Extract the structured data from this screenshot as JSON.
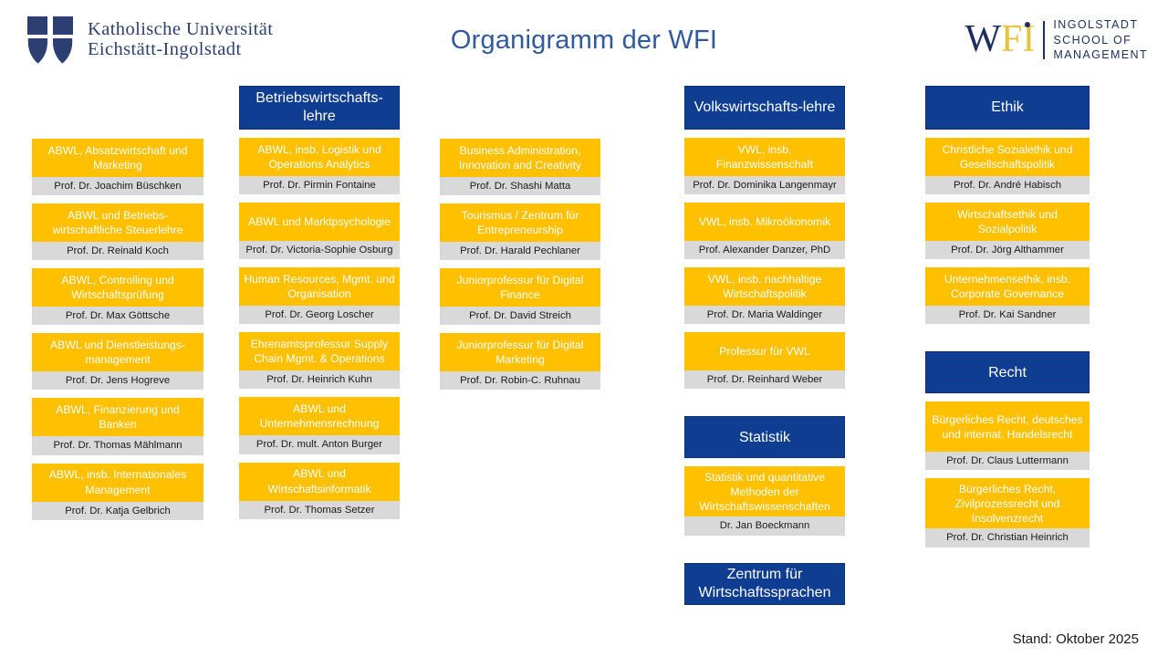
{
  "header": {
    "title": "Organigramm der WFI",
    "left_logo": {
      "name": "katholische-universitaet-logo",
      "line1": "Katholische Universität",
      "line2": "Eichstätt-Ingolstadt"
    },
    "right_logo": {
      "name": "wfi-ingolstadt-school-of-management-logo",
      "mark_w": "W",
      "mark_fi": "FI",
      "words": [
        "INGOLSTADT",
        "SCHOOL OF",
        "MANAGEMENT"
      ]
    }
  },
  "colors": {
    "navy": "#0f3d91",
    "gold": "#FFC000",
    "gray": "#D9D9D9",
    "title_blue": "#305a9e"
  },
  "columns": [
    {
      "id": "col-1",
      "header": null,
      "units": [
        {
          "title": "ABWL, Absatzwirtschaft und Marketing",
          "person": "Prof. Dr. Joachim Büschken",
          "lines": 2
        },
        {
          "title": "ABWL und Betriebs-wirtschaftliche Steuerlehre",
          "person": "Prof. Dr. Reinald Koch",
          "lines": 2
        },
        {
          "title": "ABWL, Controlling und Wirtschaftsprüfung",
          "person": "Prof. Dr. Max Göttsche",
          "lines": 2
        },
        {
          "title": "ABWL und Dienstleistungs-management",
          "person": "Prof. Dr. Jens Hogreve",
          "lines": 2
        },
        {
          "title": "ABWL, Finanzierung und Banken",
          "person": "Prof. Dr. Thomas Mählmann",
          "lines": 2
        },
        {
          "title": "ABWL, insb. Internationales Management",
          "person": "Prof. Dr. Katja Gelbrich",
          "lines": 2
        }
      ]
    },
    {
      "id": "col-2",
      "header": "Betriebswirtschafts-lehre",
      "units": [
        {
          "title": "ABWL, insb. Logistik und Operations Analytics",
          "person": "Prof. Dr. Pirmin Fontaine",
          "lines": 2
        },
        {
          "title": "ABWL und Marktpsychologie",
          "person": "Prof. Dr. Victoria-Sophie Osburg",
          "lines": 2
        },
        {
          "title": "Human Resources, Mgmt. und Organisation",
          "person": "Prof. Dr. Georg Loscher",
          "lines": 2
        },
        {
          "title": "Ehrenamtsprofessur Supply Chain Mgmt. & Operations",
          "person": "Prof. Dr. Heinrich Kuhn",
          "lines": 2
        },
        {
          "title": "ABWL und Unternehmensrechnung",
          "person": "Prof. Dr. mult. Anton Burger",
          "lines": 2
        },
        {
          "title": "ABWL und Wirtschaftsinformatik",
          "person": "Prof. Dr. Thomas Setzer",
          "lines": 2
        }
      ]
    },
    {
      "id": "col-3",
      "header": null,
      "units": [
        {
          "title": "Business Administration, Innovation and Creativity",
          "person": "Prof. Dr. Shashi Matta",
          "lines": 2
        },
        {
          "title": "Tourismus / Zentrum für Entrepreneurship",
          "person": "Prof. Dr. Harald Pechlaner",
          "lines": 2
        },
        {
          "title": "Juniorprofessur für Digital Finance",
          "person": "Prof. Dr. David Streich",
          "lines": 2
        },
        {
          "title": "Juniorprofessur für Digital Marketing",
          "person": "Prof. Dr. Robin-C. Ruhnau",
          "lines": 2
        }
      ]
    },
    {
      "id": "col-4",
      "header": "Volkswirtschafts-lehre",
      "units": [
        {
          "title": "VWL, insb. Finanzwissenschaft",
          "person": "Prof. Dr. Dominika Langenmayr",
          "lines": 2
        },
        {
          "title": "VWL, insb. Mikroökonomik",
          "person": "Prof. Alexander Danzer, PhD",
          "lines": 2
        },
        {
          "title": "VWL, insb. nachhaltige Wirtschaftspolitik",
          "person": "Prof. Dr. Maria Waldinger",
          "lines": 2
        },
        {
          "title": "Professur für VWL",
          "person": "Prof. Dr. Reinhard Weber",
          "lines": 2
        }
      ],
      "sections": [
        {
          "header": "Statistik",
          "units": [
            {
              "title": "Statistik und quantitative Methoden der Wirtschaftswissenschaften",
              "person": "Dr. Jan Boeckmann",
              "lines": 3
            }
          ]
        },
        {
          "header": "Zentrum für Wirtschaftssprachen",
          "units": []
        }
      ]
    },
    {
      "id": "col-5",
      "header": "Ethik",
      "units": [
        {
          "title": "Christliche Sozialethik und Gesellschaftspolitik",
          "person": "Prof. Dr. André Habisch",
          "lines": 2
        },
        {
          "title": "Wirtschaftsethik und Sozialpolitik",
          "person": "Prof. Dr. Jörg Althammer",
          "lines": 2
        },
        {
          "title": "Unternehmensethik, insb. Corporate Governance",
          "person": "Prof. Dr. Kai Sandner",
          "lines": 2
        }
      ],
      "sections": [
        {
          "header": "Recht",
          "units": [
            {
              "title": "Bürgerliches Recht, deutsches und internat. Handelsrecht",
              "person": "Prof. Dr. Claus Luttermann",
              "lines": 3
            },
            {
              "title": "Bürgerliches Recht, Zivilprozessrecht und Insolvenzrecht",
              "person": "Prof. Dr. Christian Heinrich",
              "lines": 3
            }
          ]
        }
      ]
    }
  ],
  "footer": {
    "status": "Stand: Oktober 2025"
  }
}
